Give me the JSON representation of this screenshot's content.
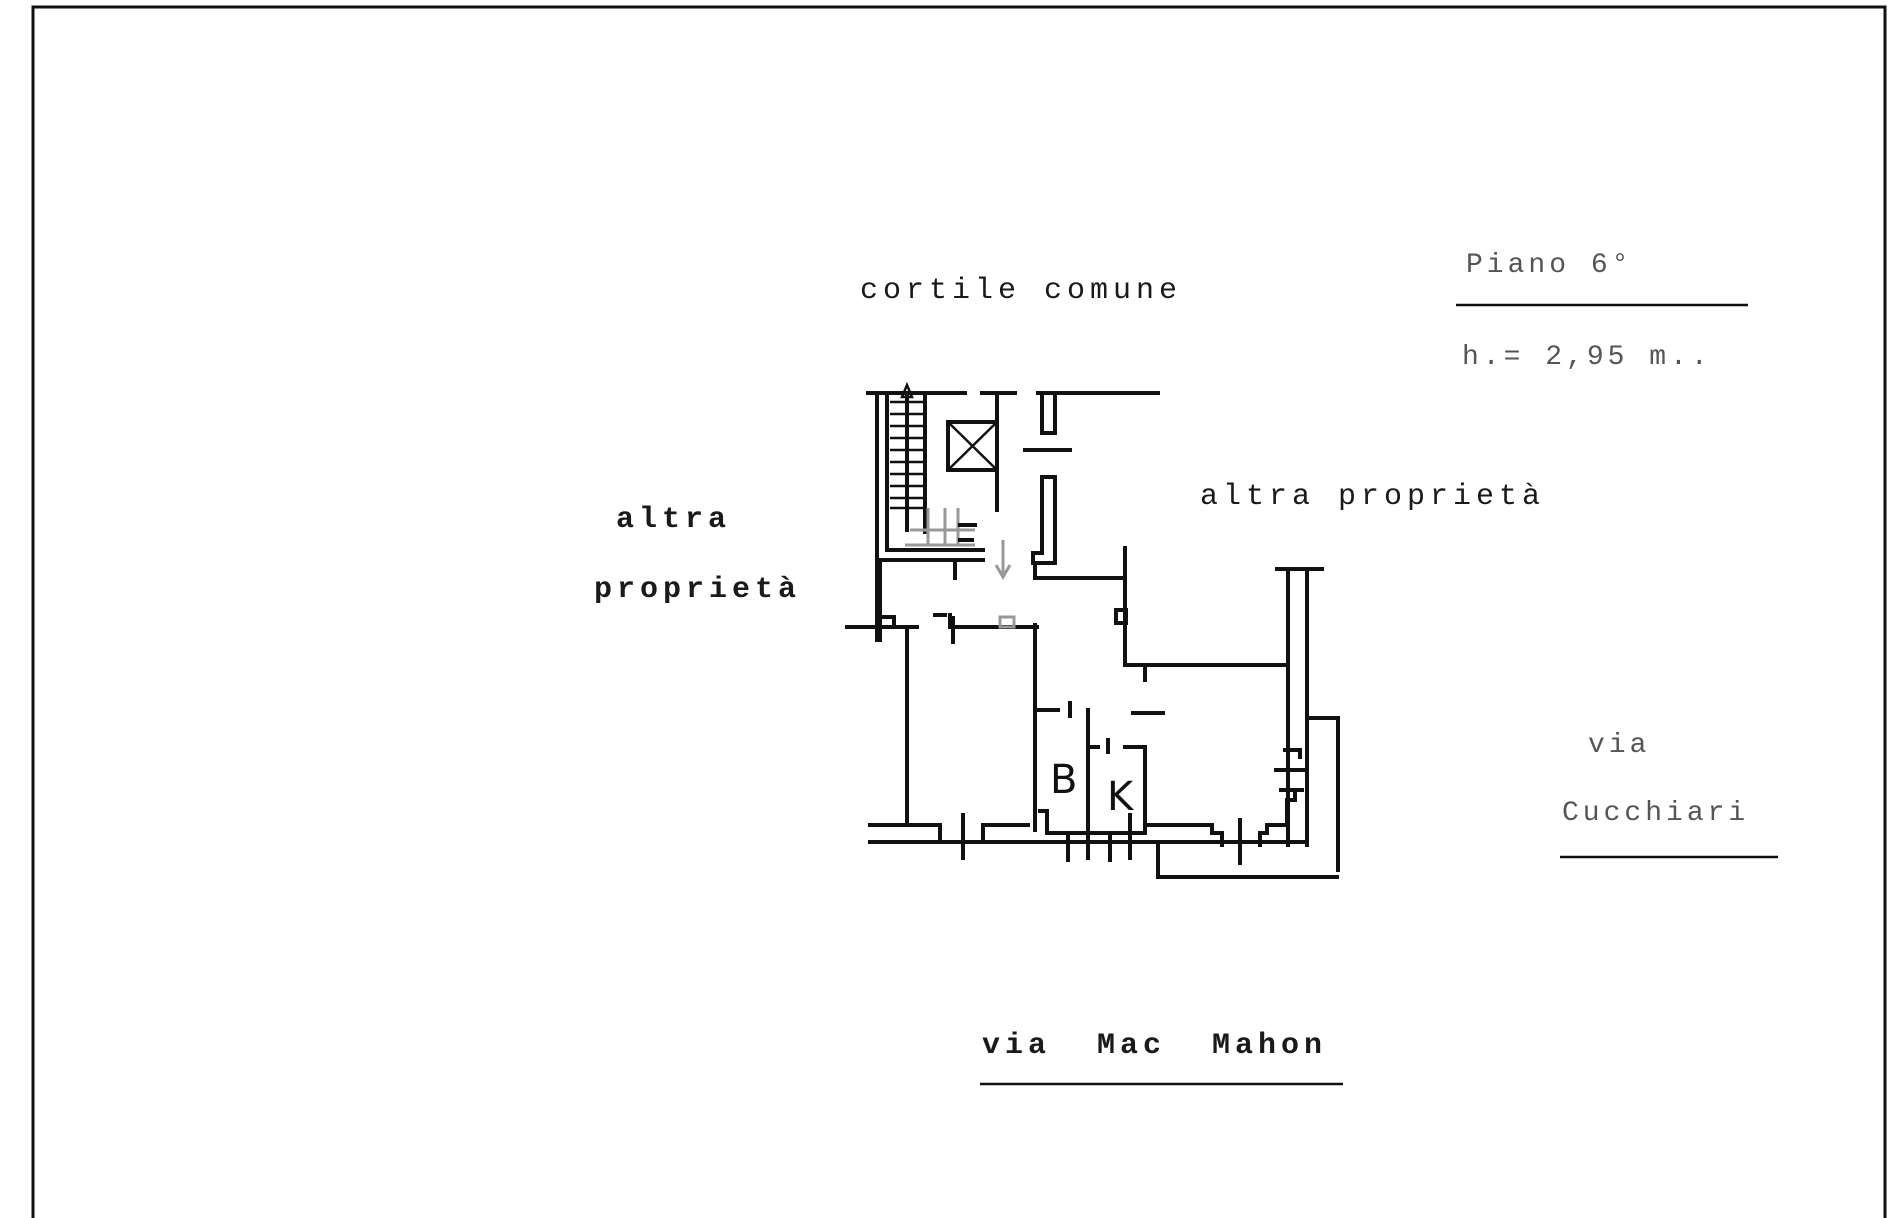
{
  "plan": {
    "floor_label": "Piano 6°",
    "height_label": "h.= 2,95 m..",
    "north_label": "cortile comune",
    "east_label": "altra proprietà",
    "west_label_line1": "altra",
    "west_label_line2": "proprietà",
    "right_street_line1": "via",
    "right_street_line2": "Cucchiari",
    "bottom_street": "via  Mac  Mahon",
    "room_b": "B",
    "room_k": "K"
  }
}
